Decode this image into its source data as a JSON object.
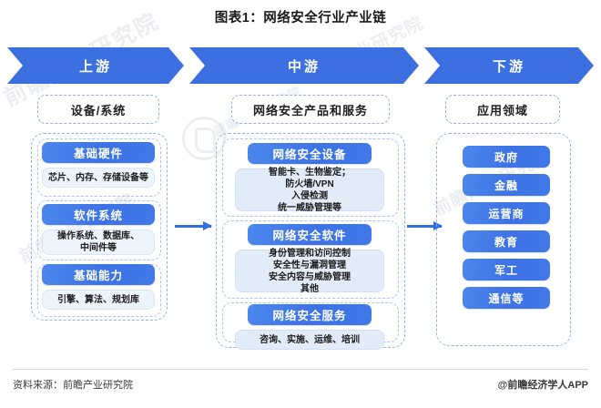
{
  "title": "图表1：网络安全行业产业链",
  "chart_data": {
    "type": "diagram",
    "title": "图表1：网络安全行业产业链",
    "stages": [
      "上游",
      "中游",
      "下游"
    ],
    "stage_labels": [
      "设备/系统",
      "网络安全产品和服务",
      "应用领域"
    ],
    "columns": [
      {
        "stage": "上游",
        "label": "设备/系统",
        "groups": [
          {
            "heading": "基础硬件",
            "items": [
              "芯片、内存、存储设备等"
            ]
          },
          {
            "heading": "软件系统",
            "items": [
              "操作系统、数据库、中间件等"
            ]
          },
          {
            "heading": "基础能力",
            "items": [
              "引擎、算法、规划库"
            ]
          }
        ]
      },
      {
        "stage": "中游",
        "label": "网络安全产品和服务",
        "groups": [
          {
            "heading": "网络安全设备",
            "items": [
              "智能卡、生物鉴定；防火墙/VPN入侵检测统一威胁管理等"
            ]
          },
          {
            "heading": "网络安全软件",
            "items": [
              "身份管理和访问控制安全性与漏洞管理安全内容与威胁管理其他"
            ]
          },
          {
            "heading": "网络安全服务",
            "items": [
              "咨询、实施、运维、培训"
            ]
          }
        ]
      },
      {
        "stage": "下游",
        "label": "应用领域",
        "groups": [
          {
            "heading": "应用领域",
            "items": [
              "政府",
              "金融",
              "运营商",
              "教育",
              "军工",
              "通信等"
            ]
          }
        ]
      }
    ]
  },
  "banner": {
    "upstream": "上游",
    "midstream": "中游",
    "downstream": "下游"
  },
  "sections": {
    "left": "设备/系统",
    "mid": "网络安全产品和服务",
    "right": "应用领域"
  },
  "left": {
    "h1": "基础硬件",
    "s1": "芯片、内存、存储设备等",
    "h2": "软件系统",
    "s2_l1": "操作系统、数据库、",
    "s2_l2": "中间件等",
    "h3": "基础能力",
    "s3": "引擎、算法、规划库"
  },
  "mid": {
    "h1": "网络安全设备",
    "s1_l1": "智能卡、生物鉴定；",
    "s1_l2": "防火墙/VPN",
    "s1_l3": "入侵检测",
    "s1_l4": "统一威胁管理等",
    "h2": "网络安全软件",
    "s2_l1": "身份管理和访问控制",
    "s2_l2": "安全性与漏洞管理",
    "s2_l3": "安全内容与威胁管理",
    "s2_l4": "其他",
    "h3": "网络安全服务",
    "s3": "咨询、实施、运维、培训"
  },
  "right": {
    "i1": "政府",
    "i2": "金融",
    "i3": "运营商",
    "i4": "教育",
    "i5": "军工",
    "i6": "通信等"
  },
  "footer": {
    "source": "资料来源：前瞻产业研究院",
    "credit": "@前瞻经济学人APP"
  },
  "watermarks": {
    "w1": "前瞻产业研究院",
    "w2": "前瞻产业研究院",
    "w3": "前瞻产业研究院",
    "w4": "前瞻产业研究院",
    "w5": "前瞻产业研究院"
  },
  "colors": {
    "accent": "#3c6fe0",
    "box": "#4079e8",
    "dash": "#8fb0e8",
    "subbox": "#e2ecf8"
  }
}
